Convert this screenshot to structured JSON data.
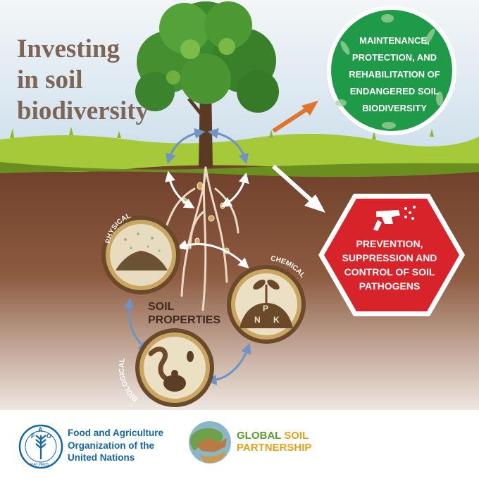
{
  "title": [
    "Investing",
    "in soil",
    "biodiversity"
  ],
  "green_box": [
    "MAINTENANCE,",
    "PROTECTION, AND",
    "REHABILITATION OF",
    "ENDANGERED SOIL",
    "BIODIVERSITY"
  ],
  "red_box": [
    "PREVENTION,",
    "SUPPRESSION AND",
    "CONTROL OF SOIL",
    "PATHOGENS"
  ],
  "soil_properties": [
    "SOIL",
    "PROPERTIES"
  ],
  "circles": {
    "physical": "PHYSICAL",
    "chemical": "CHEMICAL",
    "biological": "BIOLOGICAL"
  },
  "npk": [
    "N",
    "P",
    "K"
  ],
  "fao": {
    "logo_letters": [
      "F",
      "A",
      "O"
    ],
    "logo_motto": "FIAT PANIS",
    "name": [
      "Food and Agriculture",
      "Organization of the",
      "United Nations"
    ]
  },
  "gsp": {
    "word1": "GLOBAL",
    "word2": "SOIL",
    "word3": "PARTNERSHIP"
  },
  "colors": {
    "green_circle": "#1e9a48",
    "red_hexagon": "#d8232a",
    "soil": "#7a4a33",
    "grass": "#a6c93a",
    "sky": "#d8e6ef",
    "fao_blue": "#1466a8",
    "circle_gold": "#c9a762"
  }
}
